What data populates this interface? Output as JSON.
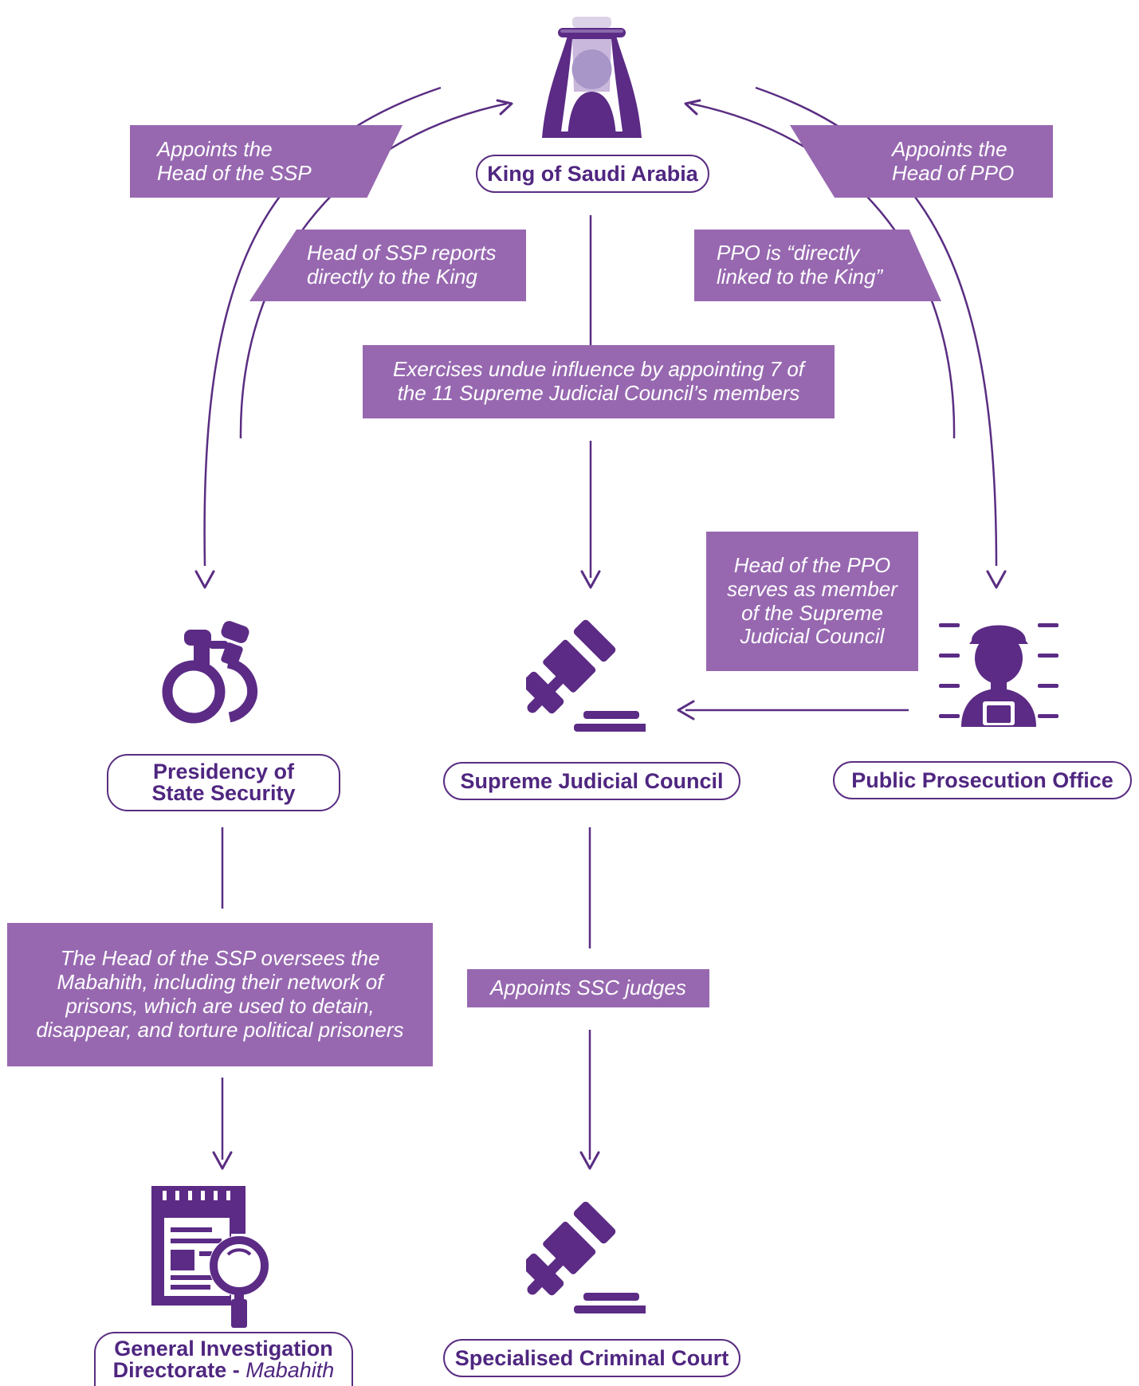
{
  "colors": {
    "dark_purple": "#5a2d82",
    "label_purple": "#9768b0",
    "icon_purple": "#5b2b85",
    "light_purple": "#b9a6d0"
  },
  "nodes": {
    "king": "King of Saudi Arabia",
    "ssp_line1": "Presidency of",
    "ssp_line2": "State Security",
    "sjc": "Supreme Judicial Council",
    "ppo": "Public Prosecution Office",
    "gid_line1": "General Investigation",
    "gid_line2_bold": "Directorate -",
    "gid_line2_italic": "Mabahith",
    "scc": "Specialised Criminal Court"
  },
  "labels": {
    "appoints_ssp": [
      "Appoints the",
      "Head of the SSP"
    ],
    "ssp_reports": [
      "Head of SSP reports",
      "directly to the King"
    ],
    "appoints_ppo": [
      "Appoints the",
      "Head of PPO"
    ],
    "ppo_linked": [
      "PPO is “directly",
      "linked to the King”"
    ],
    "undue_influence": [
      "Exercises undue influence by appointing 7 of",
      "the 11 Supreme Judicial Council’s members"
    ],
    "ppo_member": [
      "Head of the PPO",
      "serves as member",
      "of the Supreme",
      "Judicial Council"
    ],
    "ssp_oversees": [
      "The Head of the SSP oversees the",
      "Mabahith, including their network of",
      "prisons, which are used to detain,",
      "disappear, and torture political prisoners"
    ],
    "appoints_scc": [
      "Appoints SSC judges"
    ]
  },
  "icons": [
    "king-icon",
    "handcuffs-icon",
    "gavel-icon",
    "prisoner-icon",
    "investigation-document-icon",
    "gavel-icon"
  ]
}
